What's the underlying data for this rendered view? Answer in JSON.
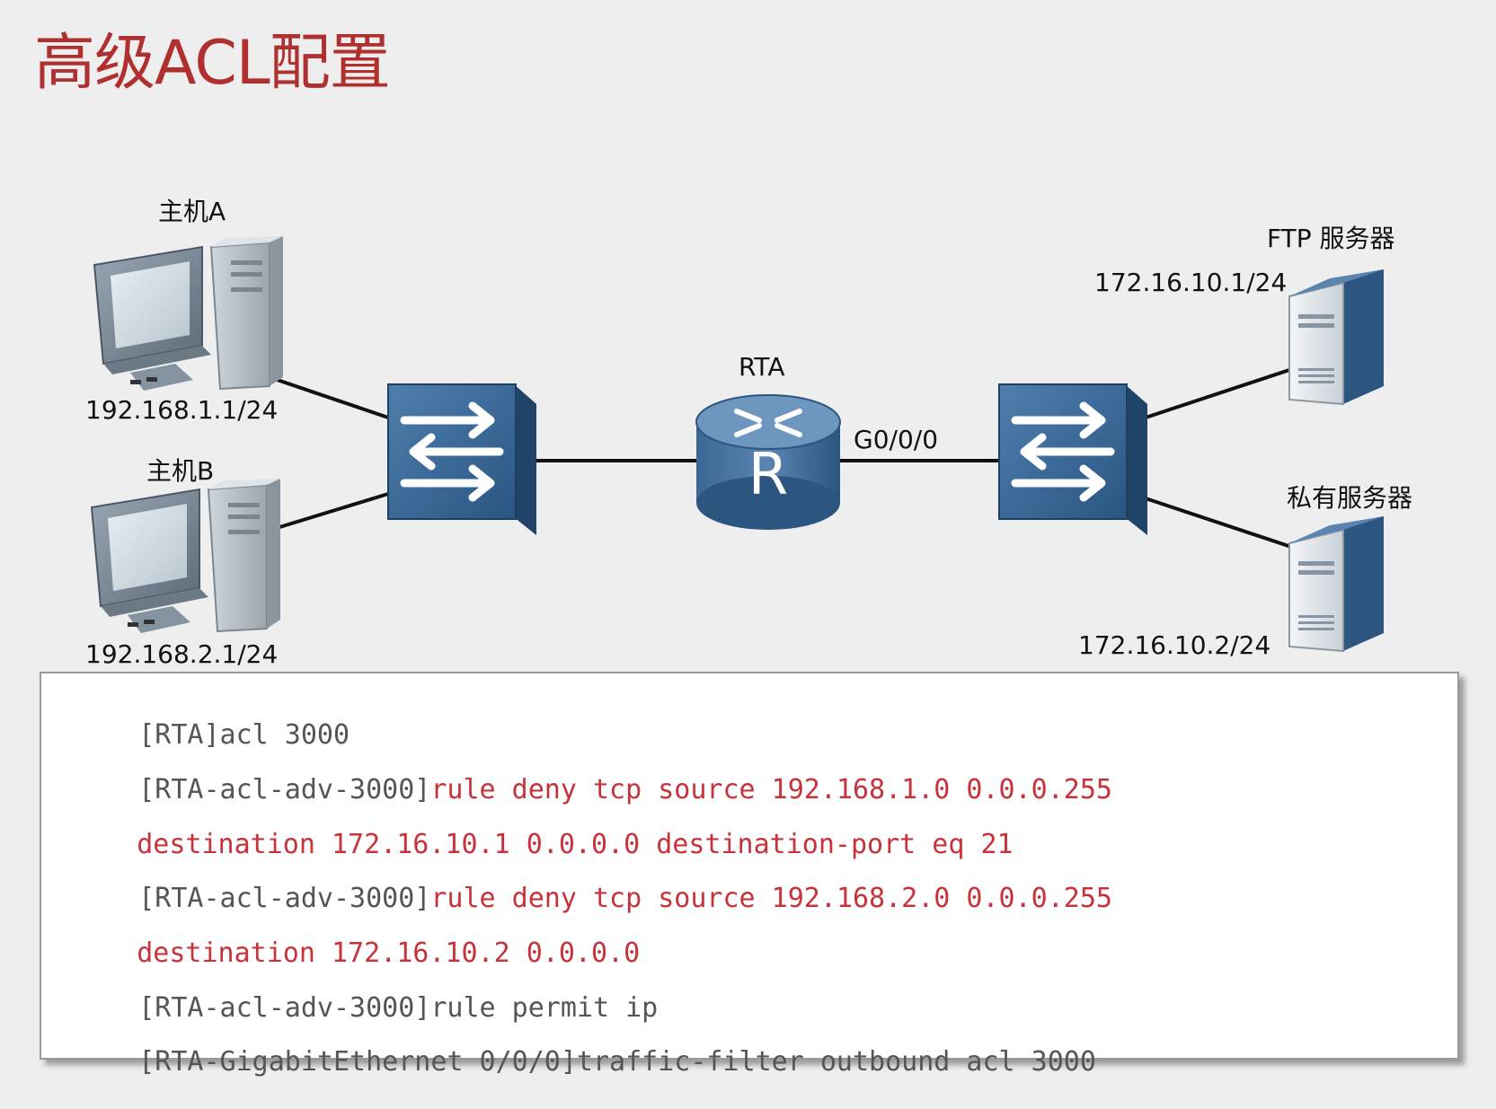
{
  "title": "高级ACL配置",
  "diagram": {
    "devices": {
      "host_a": {
        "label": "主机A",
        "ip": "192.168.1.1/24"
      },
      "host_b": {
        "label": "主机B",
        "ip": "192.168.2.1/24"
      },
      "router": {
        "label": "RTA",
        "glyph": "R",
        "interface": "G0/0/0"
      },
      "ftp_server": {
        "label": "FTP 服务器",
        "ip": "172.16.10.1/24"
      },
      "private_server": {
        "label": "私有服务器",
        "ip": "172.16.10.2/24"
      }
    },
    "colors": {
      "switch": "#2e5f8f",
      "router": "#2e5f8f",
      "title": "#b03030",
      "code_red": "#c8323a",
      "code_gray": "#555555"
    }
  },
  "config": [
    {
      "prompt": "[RTA]acl 3000",
      "command": ""
    },
    {
      "prompt": "[RTA-acl-adv-3000]",
      "command": "rule deny tcp source 192.168.1.0 0.0.0.255"
    },
    {
      "prompt": "",
      "command": "destination 172.16.10.1 0.0.0.0 destination-port eq 21"
    },
    {
      "prompt": "[RTA-acl-adv-3000]",
      "command": "rule deny tcp source 192.168.2.0 0.0.0.255"
    },
    {
      "prompt": "",
      "command": "destination 172.16.10.2 0.0.0.0"
    },
    {
      "prompt": "[RTA-acl-adv-3000]rule permit ip",
      "command": ""
    },
    {
      "prompt": "[RTA-GigabitEthernet 0/0/0]traffic-filter outbound acl 3000",
      "command": ""
    }
  ]
}
